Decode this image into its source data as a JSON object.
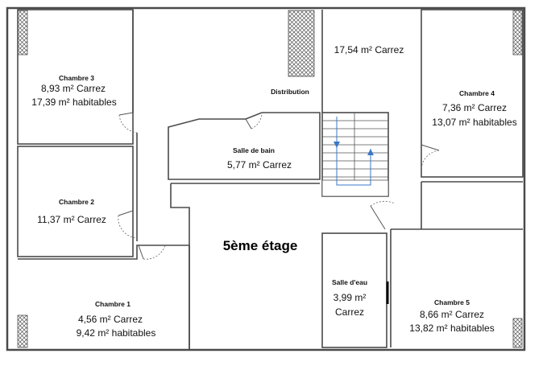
{
  "floor_label": "5ème étage",
  "rooms": {
    "chambre3": {
      "name": "Chambre 3",
      "area_carrez": "8,93 m² Carrez",
      "area_habitable": "17,39 m² habitables"
    },
    "chambre2": {
      "name": "Chambre 2",
      "area_carrez": "11,37 m² Carrez"
    },
    "chambre1": {
      "name": "Chambre 1",
      "area_carrez": "4,56 m² Carrez",
      "area_habitable": "9,42 m² habitables"
    },
    "distribution": {
      "name": "Distribution",
      "area_carrez": "17,54 m² Carrez"
    },
    "salle_de_bain": {
      "name": "Salle de bain",
      "area_carrez": "5,77 m² Carrez"
    },
    "chambre4": {
      "name": "Chambre 4",
      "area_carrez": "7,36 m² Carrez",
      "area_habitable": "13,07 m² habitables"
    },
    "chambre5": {
      "name": "Chambre 5",
      "area_carrez": "8,66 m² Carrez",
      "area_habitable": "13,82 m² habitables"
    },
    "salle_deau": {
      "name": "Salle d'eau",
      "area_carrez_line1": "3,99 m²",
      "area_carrez_line2": "Carrez"
    }
  },
  "colors": {
    "wall": "#4a4a4a",
    "stair_arrow": "#3a78c9",
    "background": "#ffffff"
  }
}
